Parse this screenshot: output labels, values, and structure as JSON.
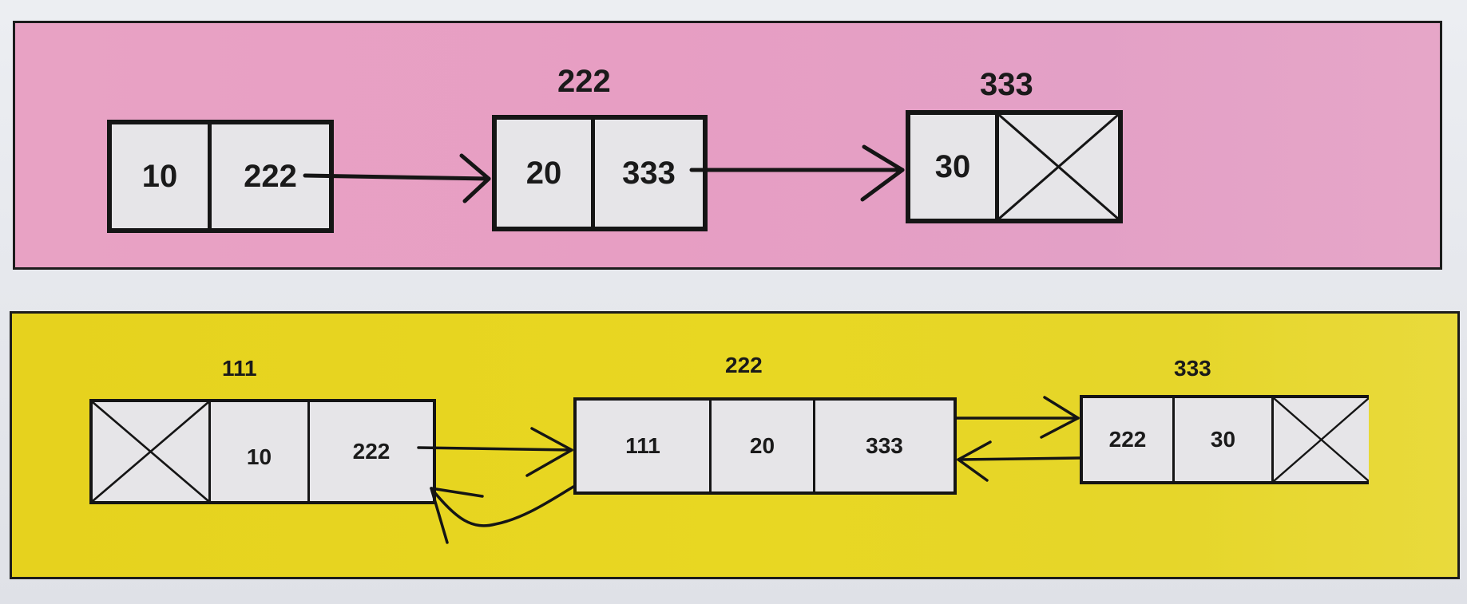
{
  "singly_list": {
    "addresses": {
      "second": "222",
      "third": "333"
    },
    "nodes": [
      {
        "data": "10",
        "next": "222"
      },
      {
        "data": "20",
        "next": "333"
      },
      {
        "data": "30"
      }
    ]
  },
  "doubly_list": {
    "addresses": {
      "first": "111",
      "second": "222",
      "third": "333"
    },
    "nodes": [
      {
        "data": "10",
        "next": "222"
      },
      {
        "prev": "111",
        "data": "20",
        "next": "333"
      },
      {
        "prev": "222",
        "data": "30"
      }
    ]
  },
  "colors": {
    "singly_panel": "#e8a2c4",
    "doubly_panel": "#e6d21e",
    "node_fill": "#e6e5e8",
    "stroke": "#151515"
  },
  "icons": {
    "null_pointer": "cross-box-icon"
  }
}
